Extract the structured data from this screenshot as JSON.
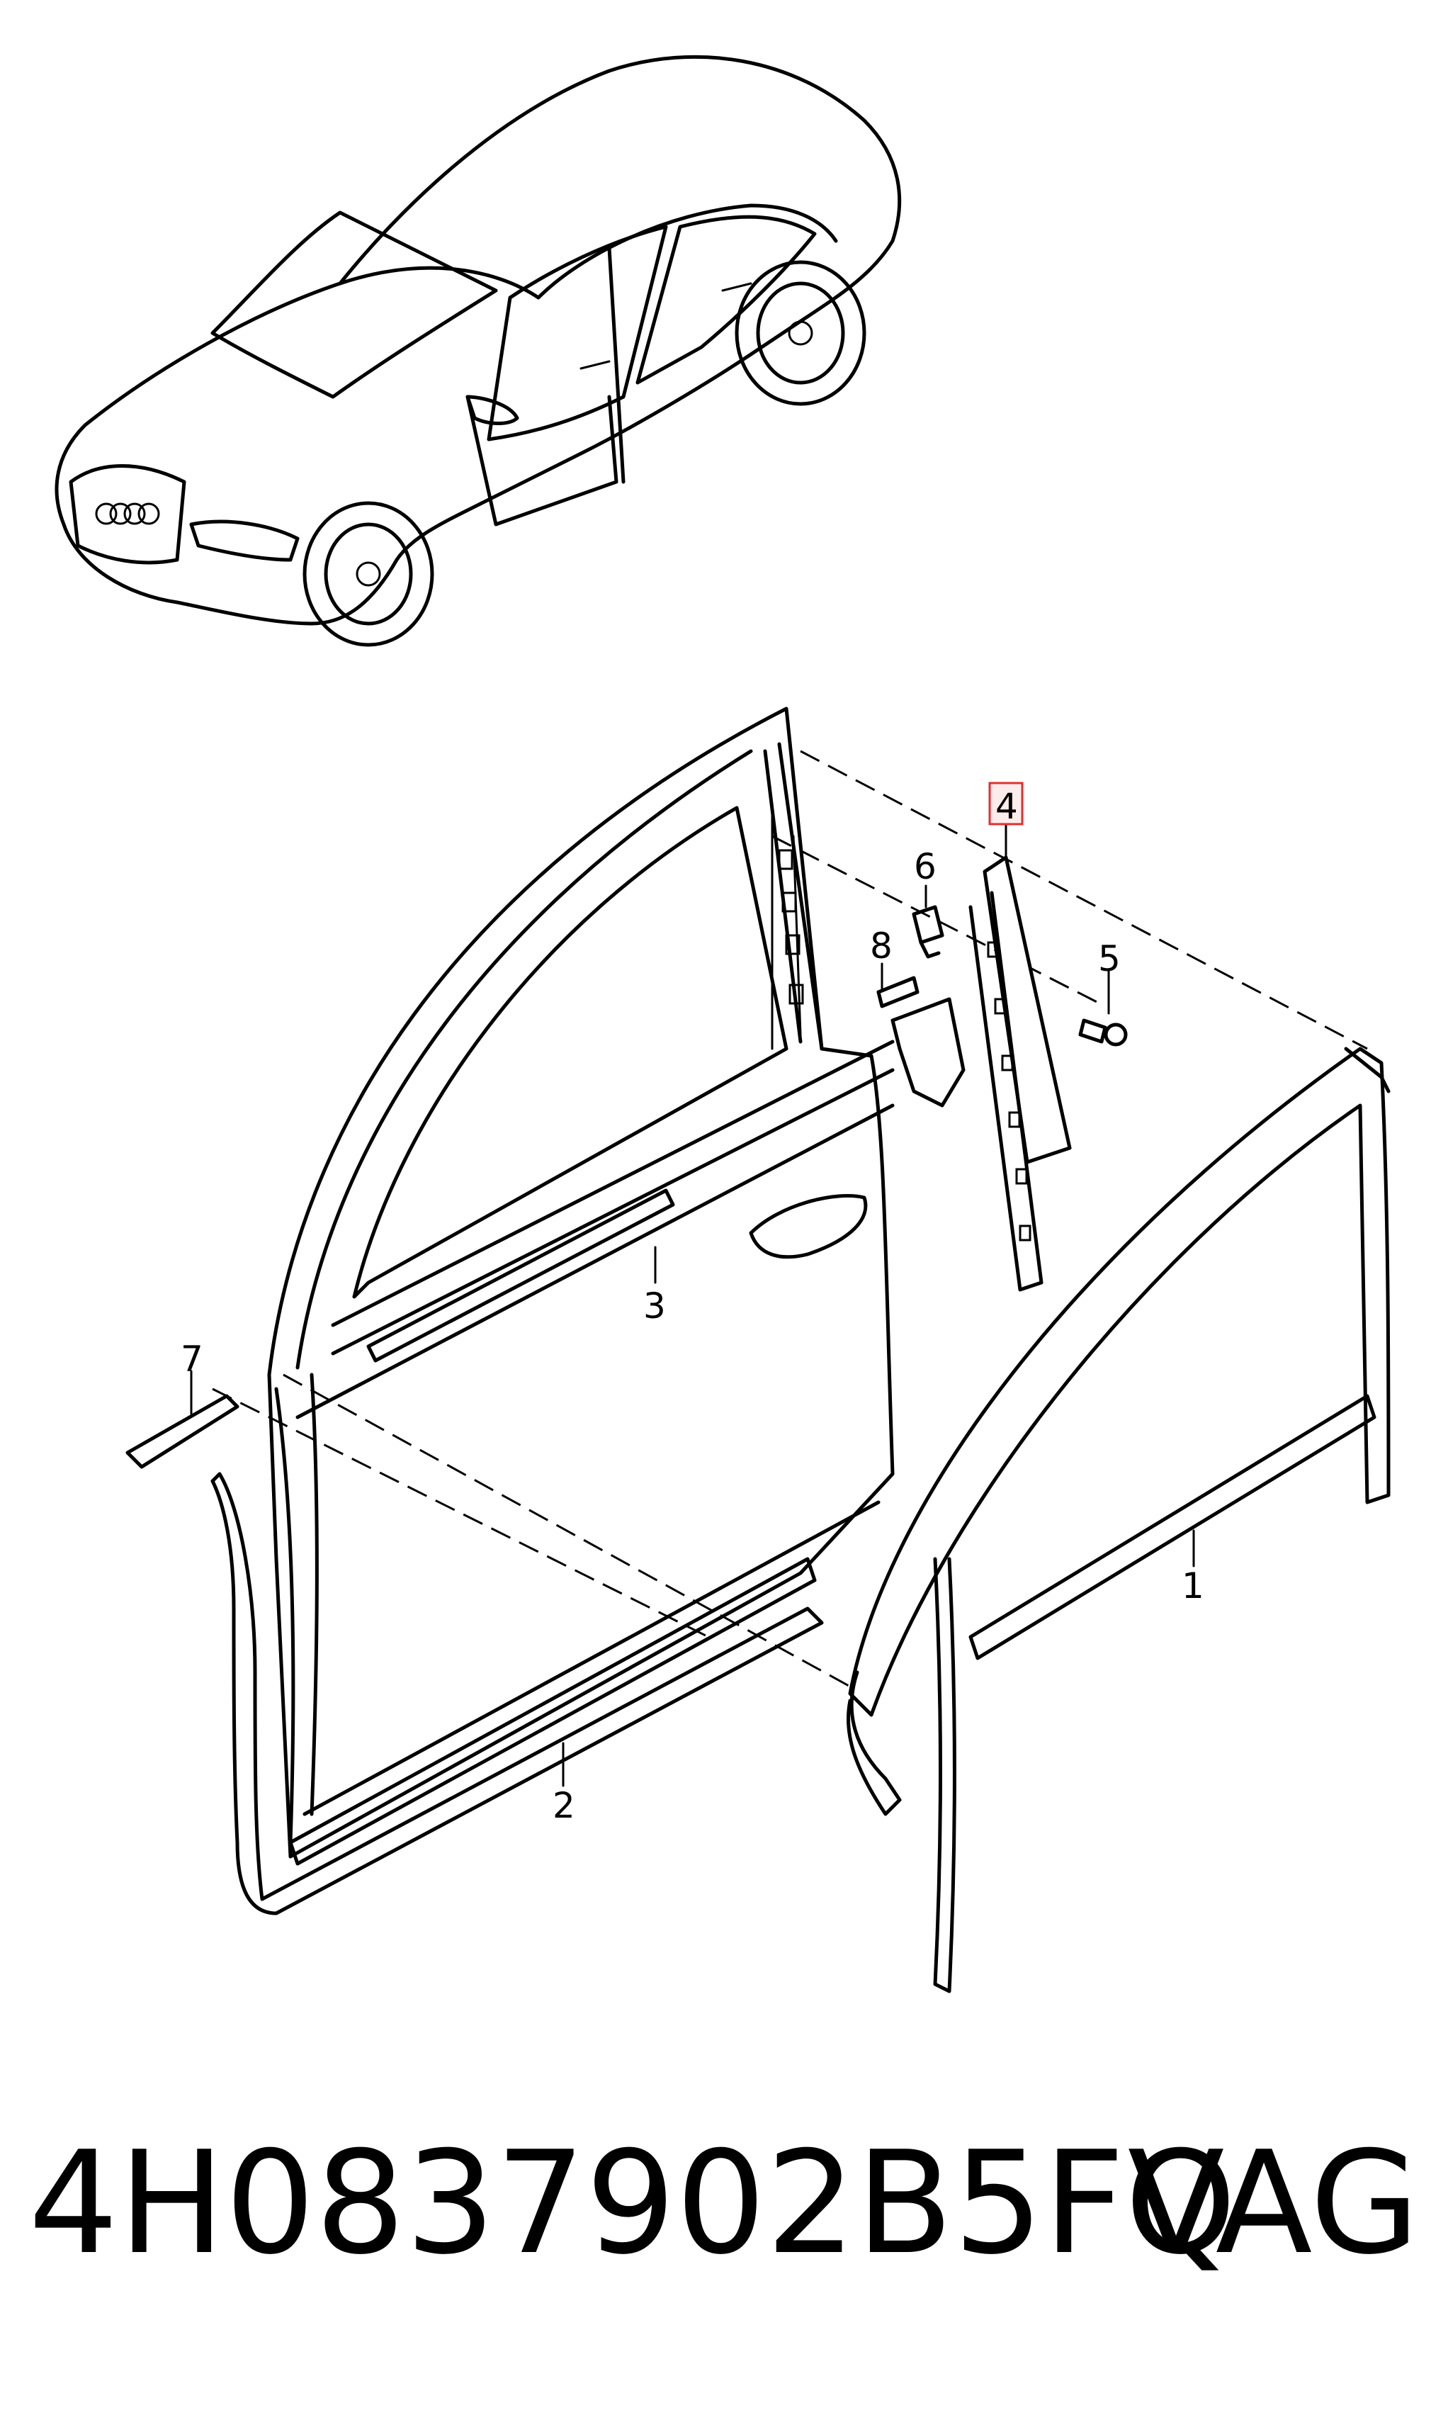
{
  "callouts": [
    {
      "id": "1",
      "label": "1"
    },
    {
      "id": "2",
      "label": "2"
    },
    {
      "id": "3",
      "label": "3"
    },
    {
      "id": "4",
      "label": "4",
      "highlighted": true
    },
    {
      "id": "5",
      "label": "5"
    },
    {
      "id": "6",
      "label": "6"
    },
    {
      "id": "7",
      "label": "7"
    },
    {
      "id": "8",
      "label": "8"
    }
  ],
  "footer": {
    "part_number": "4H0837902B5FQ",
    "brand": "VAG"
  },
  "colors": {
    "line": "#000000",
    "highlight_box": "#e03030",
    "background": "#ffffff"
  }
}
